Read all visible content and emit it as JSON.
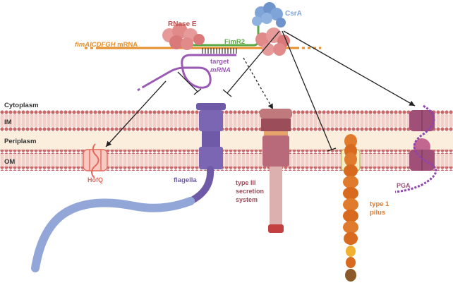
{
  "labels": {
    "fim_mrna_italic": "fimAICDFGH",
    "fim_mrna_suffix": " mRNA",
    "rnase_e": "RNase E",
    "fimr2": "FimR2",
    "csra": "CsrA",
    "target_line1": "target",
    "target_line2": "mRNA",
    "cytoplasm": "Cytoplasm",
    "im": "IM",
    "periplasm": "Periplasm",
    "om": "OM",
    "hofq": "HofQ",
    "flagella": "flagella",
    "t3ss_line1": "type III",
    "t3ss_line2": "secretion",
    "t3ss_line3": "system",
    "pilus_line1": "type 1",
    "pilus_line2": "pilus",
    "pga": "PGA"
  },
  "colors": {
    "mrna_orange": "#e8902c",
    "fimr2_green": "#5aa843",
    "target_purple": "#9b59b6",
    "rnase_red": "#c0504d",
    "csra_blue": "#7fa4d8",
    "membrane_head": "#c96a6a",
    "periplasm_band": "#fbeedd",
    "flagella_purple": "#6e5aa6",
    "flagella_filament": "#93a6d8",
    "t3ss": "#b96a7a",
    "pilus": "#e07a2c",
    "pga": "#a04f78",
    "hofq": "#e26a5e",
    "label_gray": "#333333"
  }
}
